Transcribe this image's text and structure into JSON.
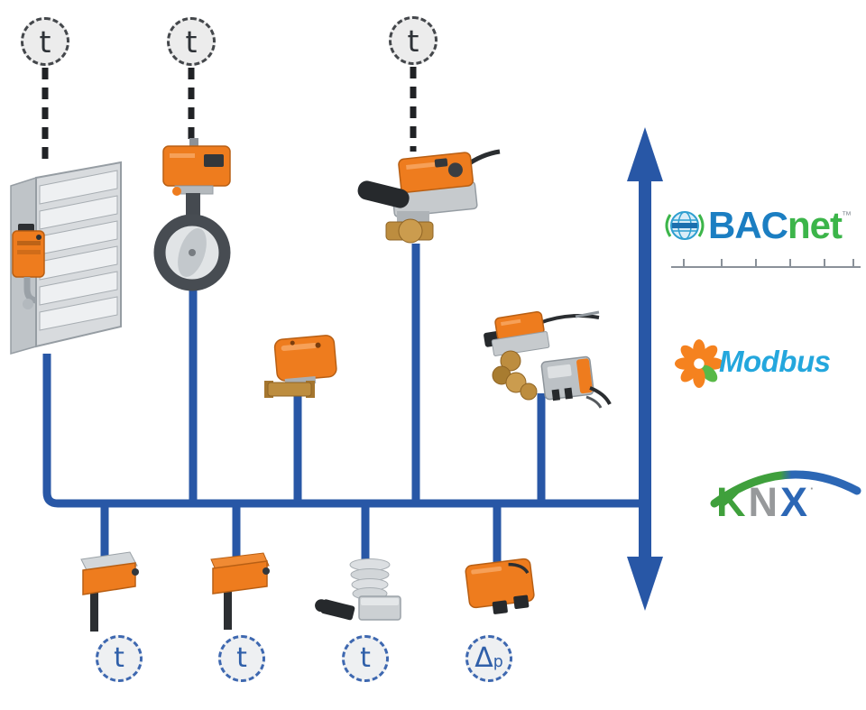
{
  "top_sensors": [
    {
      "label": "t"
    },
    {
      "label": "t"
    },
    {
      "label": "t"
    }
  ],
  "bottom_sensors": [
    {
      "label": "t"
    },
    {
      "label": "t"
    },
    {
      "label": "t"
    },
    {
      "label": "Δ",
      "sub": "p"
    }
  ],
  "protocols": {
    "bacnet": {
      "bac": "BAC",
      "net": "net",
      "tm": "™"
    },
    "modbus": {
      "text": "Modbus"
    },
    "knx": {
      "k": "K",
      "n": "N",
      "x": "X",
      "reg": "·"
    }
  },
  "devices": {
    "top_row": [
      "air-damper-actuator",
      "butterfly-valve-actuator",
      "ball-valve-actuator",
      "characterized-valve-actuator",
      "pressure-independent-valve-actuator"
    ],
    "bottom_row": [
      "duct-temperature-sensor",
      "duct-temperature-sensor",
      "outdoor-temperature-sensor",
      "differential-pressure-sensor"
    ]
  },
  "colors": {
    "bus_blue": "#2857a6",
    "device_orange": "#ee7c1e",
    "bacnet_blue": "#1b7ec2",
    "bacnet_green": "#3cb54a",
    "modbus_blue": "#24a7dd",
    "modbus_orange": "#f5821f",
    "modbus_green": "#58b947",
    "knx_green": "#3fa03c",
    "knx_gray": "#97999b",
    "knx_blue": "#2c67b5"
  }
}
